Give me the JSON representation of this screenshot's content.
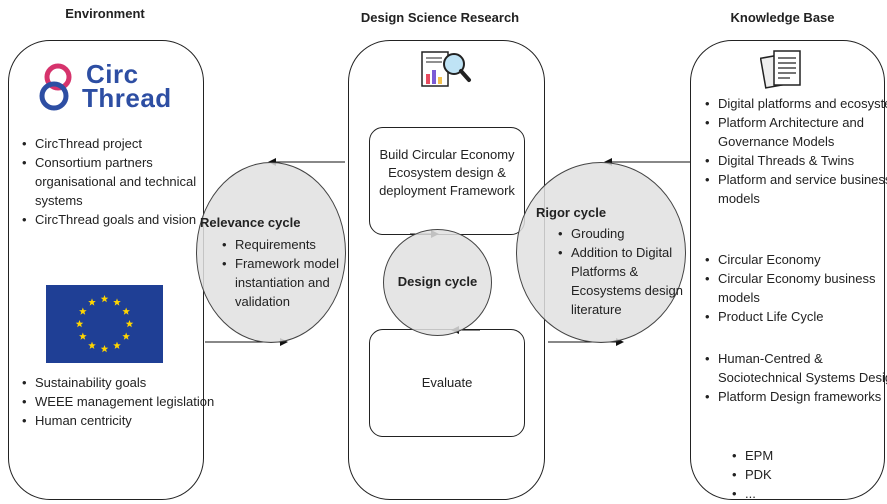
{
  "titles": {
    "environment": "Environment",
    "dsr": "Design Science Research",
    "kb": "Knowledge Base"
  },
  "logo": {
    "line1": "Circ",
    "line2": "Thread"
  },
  "environment": {
    "items_top": [
      "CircThread project",
      "Consortium partners organisational and technical systems",
      "CircThread goals and vision"
    ],
    "items_bottom": [
      "Sustainability goals",
      "WEEE management legislation",
      "Human centricity"
    ]
  },
  "relevance": {
    "title": "Relevance cycle",
    "items": [
      "Requirements",
      "Framework model instantiation and validation"
    ]
  },
  "dsr": {
    "build": "Build Circular Economy Ecosystem design & deployment Framework",
    "design_cycle": "Design cycle",
    "evaluate": "Evaluate"
  },
  "rigor": {
    "title": "Rigor cycle",
    "items": [
      "Grouding",
      "Addition to Digital Platforms & Ecosystems design literature"
    ]
  },
  "kb": {
    "group1": [
      "Digital platforms and ecosystem",
      "Platform Architecture and Governance Models",
      "Digital Threads & Twins",
      "Platform and service business models"
    ],
    "group2": [
      "Circular Economy",
      "Circular Economy business models",
      "Product Life Cycle"
    ],
    "group3": [
      "Human-Centred & Sociotechnical Systems Design",
      "Platform Design frameworks"
    ],
    "sub": [
      "EPM",
      "PDK",
      "..."
    ]
  },
  "colors": {
    "logo_blue": "#2d4ea3",
    "logo_pink": "#d6336c",
    "eu_blue": "#1f3f95",
    "eu_star": "#ffd500"
  }
}
